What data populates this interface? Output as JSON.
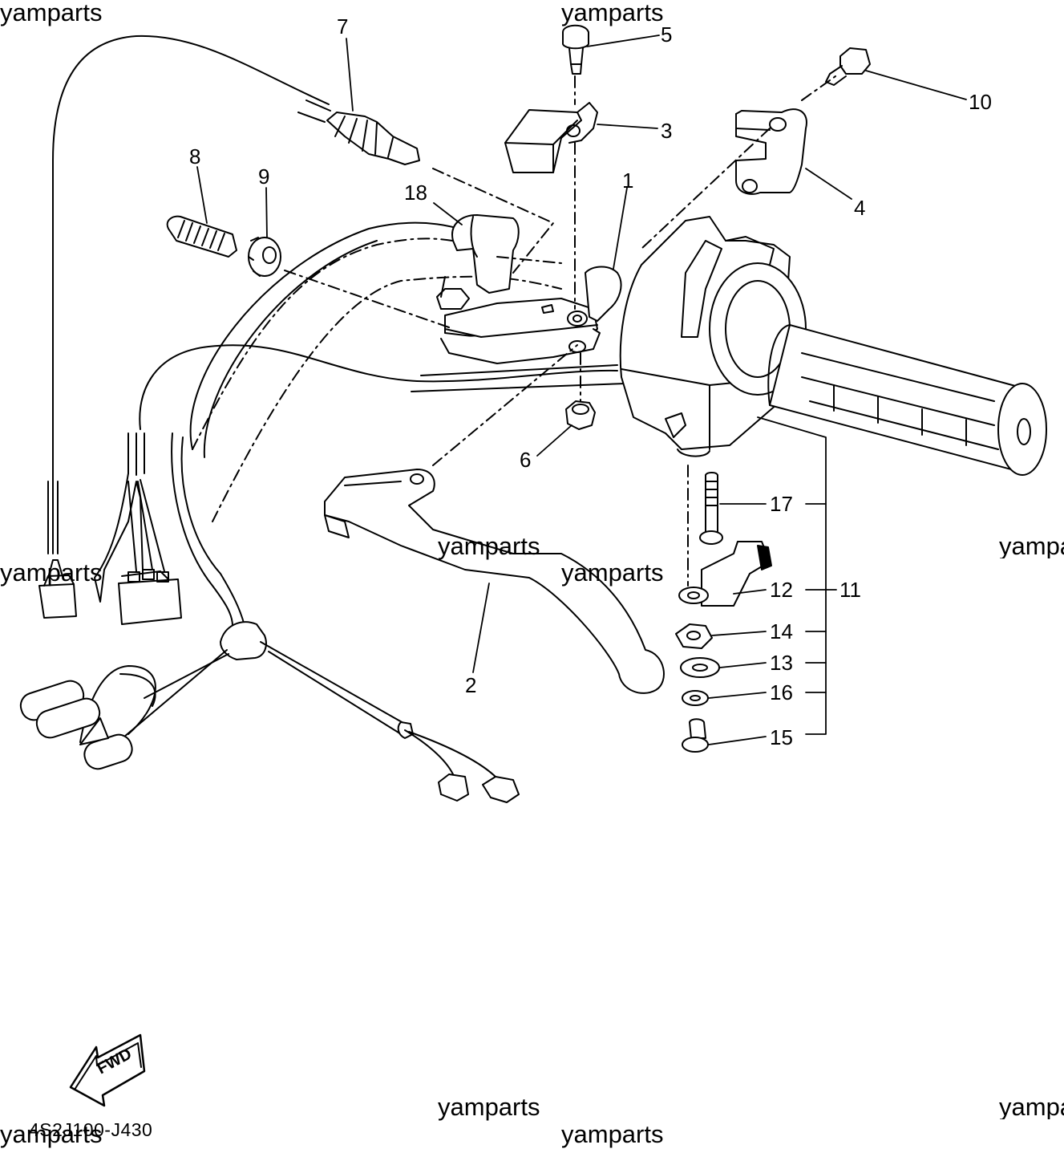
{
  "watermark": "yamparts",
  "callouts": {
    "n1": "1",
    "n2": "2",
    "n3": "3",
    "n4": "4",
    "n5": "5",
    "n6": "6",
    "n7": "7",
    "n8": "8",
    "n9": "9",
    "n10": "10",
    "n11": "11",
    "n12": "12",
    "n13": "13",
    "n14": "14",
    "n15": "15",
    "n16": "16",
    "n17": "17",
    "n18": "18"
  },
  "fwd_label": "FWD",
  "diagram_code": "4S2J100-J430",
  "icons": {
    "fwd_arrow": "fwd-arrow-icon"
  }
}
